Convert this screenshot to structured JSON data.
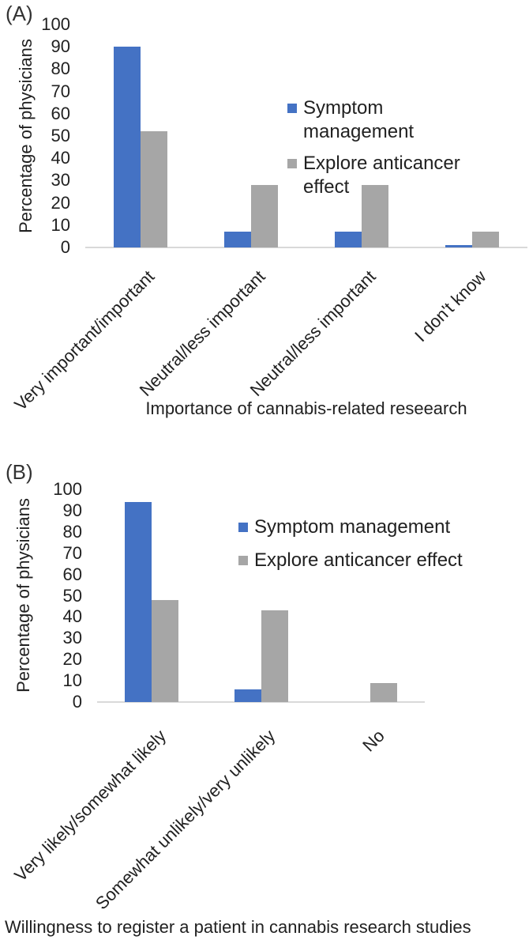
{
  "colors": {
    "series_blue": "#4472c4",
    "series_gray": "#a6a6a6",
    "axis_line": "#d9d9d9",
    "text": "#212121"
  },
  "chart_data": [
    {
      "type": "bar",
      "panel_label": "(A)",
      "ylabel": "Percentage of physicians",
      "xlabel": "Importance of cannabis-related reseearch",
      "ylim": [
        0,
        100
      ],
      "yticks": [
        0,
        10,
        20,
        30,
        40,
        50,
        60,
        70,
        80,
        90,
        100
      ],
      "grid": false,
      "legend_position": "inside-upper-right",
      "categories": [
        "Very important/important",
        "Neutral/less important",
        "Neutral/less important",
        "I don't know"
      ],
      "series": [
        {
          "name": "Symptom management",
          "color": "#4472c4",
          "values": [
            90,
            7,
            7,
            1
          ]
        },
        {
          "name": "Explore anticancer effect",
          "color": "#a6a6a6",
          "values": [
            52,
            28,
            28,
            7
          ]
        }
      ]
    },
    {
      "type": "bar",
      "panel_label": "(B)",
      "ylabel": "Percentage of physicians",
      "xlabel": "Willingness to register a patient in cannabis research studies",
      "ylim": [
        0,
        100
      ],
      "yticks": [
        0,
        10,
        20,
        30,
        40,
        50,
        60,
        70,
        80,
        90,
        100
      ],
      "grid": false,
      "legend_position": "inside-upper-right",
      "categories": [
        "Very likely/somewhat likely",
        "Somewhat unlikely/very unlikely",
        "No"
      ],
      "series": [
        {
          "name": "Symptom management",
          "color": "#4472c4",
          "values": [
            94,
            6,
            0
          ]
        },
        {
          "name": "Explore anticancer effect",
          "color": "#a6a6a6",
          "values": [
            48,
            43,
            9
          ]
        }
      ]
    }
  ]
}
